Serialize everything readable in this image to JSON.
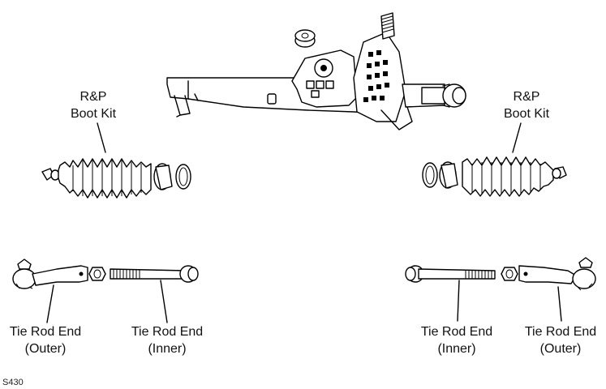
{
  "labels": {
    "boot_kit_left": [
      "R&P",
      "Boot Kit"
    ],
    "boot_kit_right": [
      "R&P",
      "Boot Kit"
    ],
    "tre_outer_left": [
      "Tie Rod End",
      "(Outer)"
    ],
    "tre_inner_left": [
      "Tie Rod End",
      "(Inner)"
    ],
    "tre_inner_right": [
      "Tie Rod End",
      "(Inner)"
    ],
    "tre_outer_right": [
      "Tie Rod End",
      "(Outer)"
    ]
  },
  "figure_code": "S430"
}
